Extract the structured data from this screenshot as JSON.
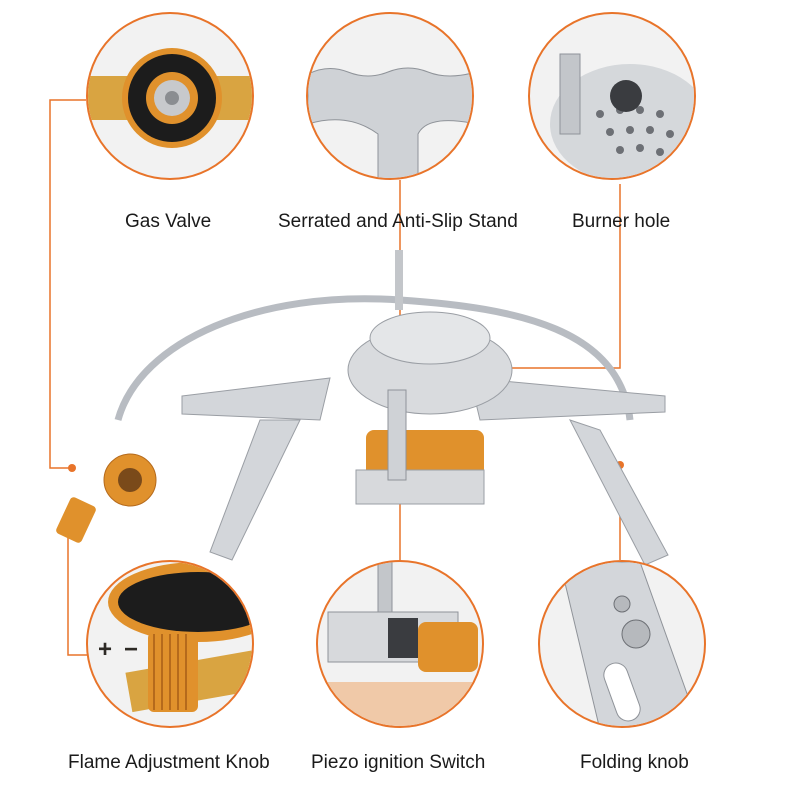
{
  "labels": {
    "gas_valve": "Gas Valve",
    "stand": "Serrated and Anti-Slip Stand",
    "burner": "Burner hole",
    "flame_knob": "Flame Adjustment Knob",
    "piezo": "Piezo ignition Switch",
    "folding": "Folding knob"
  },
  "knob_marks": {
    "plus": "+",
    "minus": "−"
  },
  "colors": {
    "accent": "#e8742a",
    "steel": "#c9ccd0",
    "brass": "#e0912c"
  }
}
